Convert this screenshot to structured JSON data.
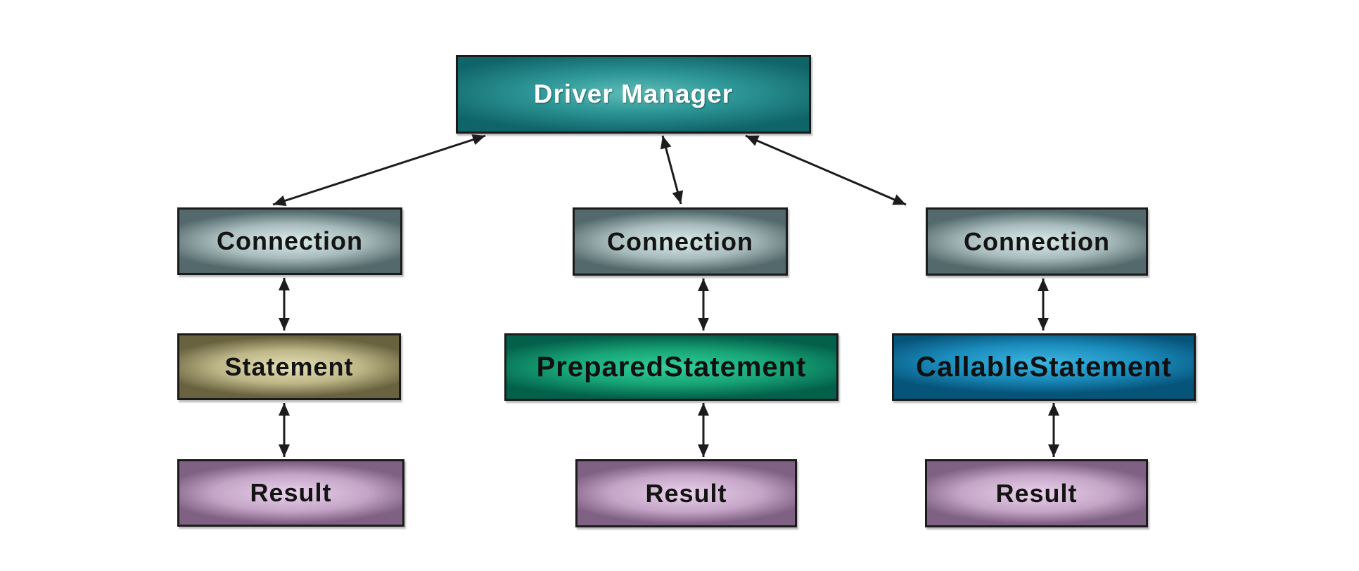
{
  "diagram": {
    "background_color": "#ffffff",
    "border_color": "#1b1b1b",
    "arrow_color": "#1c1c1c",
    "nodes": {
      "driver_manager": {
        "label": "Driver Manager",
        "fill_center": "#3da8a4",
        "fill_edge": "#0f6468",
        "text_color": "#ffffff"
      },
      "connection_left": {
        "label": "Connection",
        "fill_center": "#dcecec",
        "fill_edge": "#53696b",
        "text_color": "#141414"
      },
      "connection_middle": {
        "label": "Connection",
        "fill_center": "#dcecec",
        "fill_edge": "#53696b",
        "text_color": "#141414"
      },
      "connection_right": {
        "label": "Connection",
        "fill_center": "#dcecec",
        "fill_edge": "#53696b",
        "text_color": "#141414"
      },
      "statement": {
        "label": "Statement",
        "fill_center": "#ded9ac",
        "fill_edge": "#69623f",
        "text_color": "#141414"
      },
      "prepared_statement": {
        "label": "PreparedStatement",
        "fill_center": "#2cc790",
        "fill_edge": "#03604a",
        "text_color": "#101010"
      },
      "callable_statement": {
        "label": "CallableStatement",
        "fill_center": "#2aa5d6",
        "fill_edge": "#06547a",
        "text_color": "#101010"
      },
      "result_left": {
        "label": "Result",
        "fill_center": "#ead3ec",
        "fill_edge": "#7f6183",
        "text_color": "#141414"
      },
      "result_middle": {
        "label": "Result",
        "fill_center": "#ead3ec",
        "fill_edge": "#7f6183",
        "text_color": "#141414"
      },
      "result_right": {
        "label": "Result",
        "fill_center": "#ead3ec",
        "fill_edge": "#7f6183",
        "text_color": "#141414"
      }
    },
    "edges": [
      {
        "from": "driver_manager",
        "to": "connection_left",
        "style": "bidirectional"
      },
      {
        "from": "driver_manager",
        "to": "connection_middle",
        "style": "bidirectional"
      },
      {
        "from": "driver_manager",
        "to": "connection_right",
        "style": "bidirectional"
      },
      {
        "from": "connection_left",
        "to": "statement",
        "style": "bidirectional"
      },
      {
        "from": "statement",
        "to": "result_left",
        "style": "bidirectional"
      },
      {
        "from": "connection_middle",
        "to": "prepared_statement",
        "style": "bidirectional"
      },
      {
        "from": "prepared_statement",
        "to": "result_middle",
        "style": "bidirectional"
      },
      {
        "from": "connection_right",
        "to": "callable_statement",
        "style": "bidirectional"
      },
      {
        "from": "callable_statement",
        "to": "result_right",
        "style": "bidirectional"
      }
    ]
  }
}
